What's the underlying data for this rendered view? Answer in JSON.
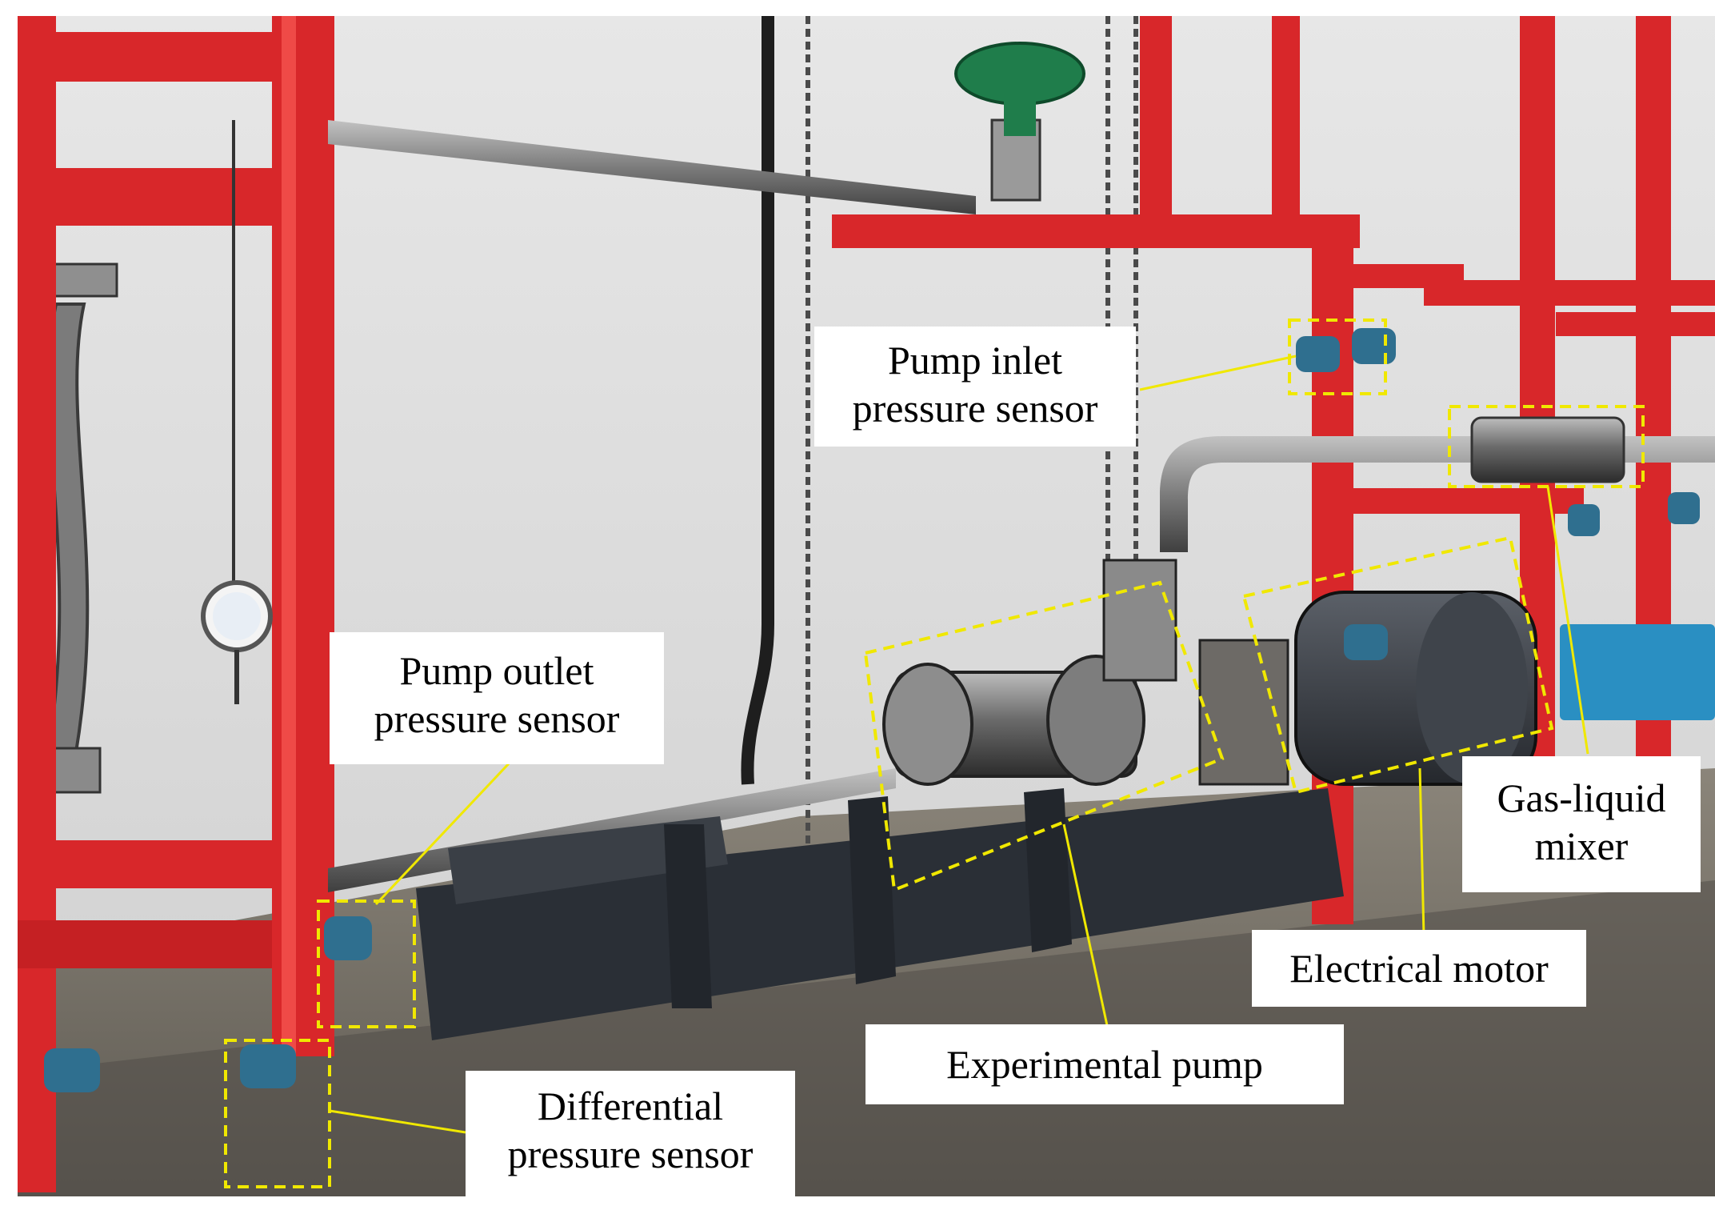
{
  "labels": {
    "pump_inlet": [
      "Pump inlet",
      "pressure sensor"
    ],
    "pump_outlet": [
      "Pump outlet",
      "pressure sensor"
    ],
    "gas_liquid_mixer": [
      "Gas-liquid",
      "mixer"
    ],
    "electrical_motor": "Electrical motor",
    "experimental_pump": "Experimental pump",
    "differential": [
      "Differential",
      "pressure sensor"
    ]
  },
  "colors": {
    "frame_red": "#d8272a",
    "wall": "#dcdcdc",
    "floor": "#5a5650",
    "callout": "#f0e800",
    "base_frame": "#2a2f36"
  }
}
